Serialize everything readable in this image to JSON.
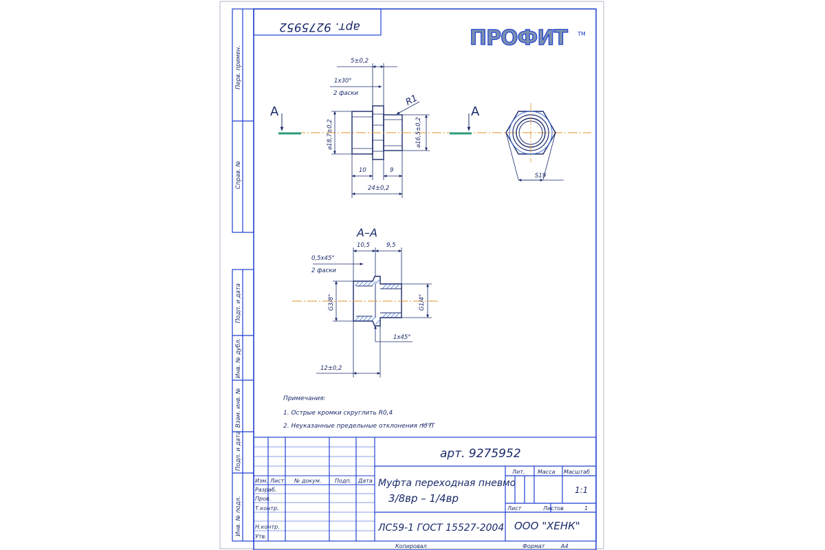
{
  "header": {
    "art_rotated": "арт. 9275952"
  },
  "logo": {
    "text": "ПРОФИТ",
    "tm": "TM"
  },
  "side_labels": {
    "perv_primen": "Перв. примен.",
    "sprav_no": "Справ. №",
    "podp_data_1": "Подп. и дата",
    "inv_dubl": "Инв. № дубл.",
    "vzam_inv": "Взам. инв. №",
    "podp_data_2": "Подп. и дата",
    "inv_podl": "Инв. № подл."
  },
  "view_top": {
    "section_mark_left": "А",
    "section_mark_right": "А",
    "dim_5": "5±0,2",
    "dim_chamfer": "1х30°",
    "dim_chamfer_note": "2 фаски",
    "radius": "R1",
    "dia_left": "⌀18,7±0,2",
    "dia_right": "⌀16,5±0,2",
    "dim_10": "10",
    "dim_9": "9",
    "dim_24": "24±0,2",
    "hex_size": "S19"
  },
  "section_view": {
    "title": "А–А",
    "dim_10_5": "10,5",
    "dim_9_5": "9,5",
    "chamfer": "0,5х45°",
    "chamfer_note": "2 фаски",
    "thread_left": "G3/8\"",
    "thread_right": "G1/4\"",
    "chamfer_inner": "1х45°",
    "dim_12": "12±0,2"
  },
  "notes": {
    "heading": "Примечания:",
    "line1": "1. Острые кромки скруглить R0,4",
    "line2": "2. Неуказанные предельные отклонения по IT",
    "line2_sub": "±IT/2"
  },
  "title_block": {
    "art": "арт. 9275952",
    "name_line1": "Муфта переходная пневмо",
    "name_line2": "3/8вр – 1/4вр",
    "material": "ЛС59-1 ГОСТ 15527-2004",
    "company": "ООО \"ХЕНК\"",
    "lit": "Лит.",
    "massa": "Масса",
    "masshtab": "Масштаб",
    "scale_value": "1:1",
    "list": "Лист",
    "listov": "Листов",
    "listov_value": "1",
    "izm": "Изм.",
    "list_col": "Лист",
    "doc_no": "№ докум.",
    "podp": "Подп.",
    "data": "Дата",
    "razrab": "Разраб.",
    "prov": "Пров.",
    "tkontr": "Т.контр.",
    "nkontr": "Н.контр.",
    "utv": "Утв.",
    "kopiroval": "Копировал",
    "format_label": "Формат",
    "format_value": "А4"
  }
}
